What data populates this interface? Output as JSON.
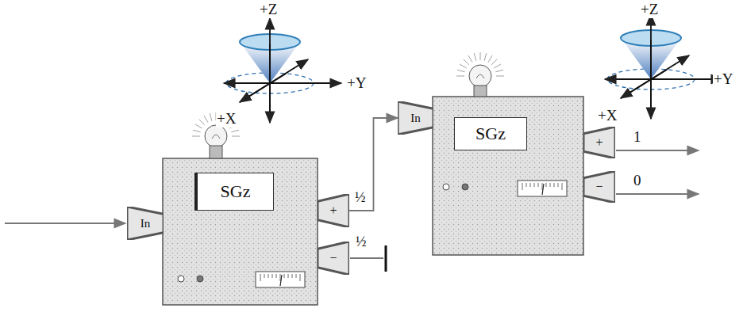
{
  "diagram": {
    "nodes": [
      {
        "text": [
          "SGz"
        ]
      },
      {
        "text": [
          "In"
        ]
      },
      {
        "text": [
          "+"
        ]
      },
      {
        "text": [
          "−"
        ]
      },
      {
        "text": [
          "SGz"
        ]
      },
      {
        "text": [
          "In"
        ]
      },
      {
        "text": [
          "+"
        ]
      },
      {
        "text": [
          "−"
        ]
      }
    ],
    "edges": [
      {
        "from": 2,
        "to": 5,
        "arrow": "to",
        "label": "½"
      }
    ],
    "labels": [
      "½",
      "1",
      "0",
      "+Z",
      "+Y",
      "+X",
      "+Z",
      "+Y",
      "+X"
    ]
  }
}
